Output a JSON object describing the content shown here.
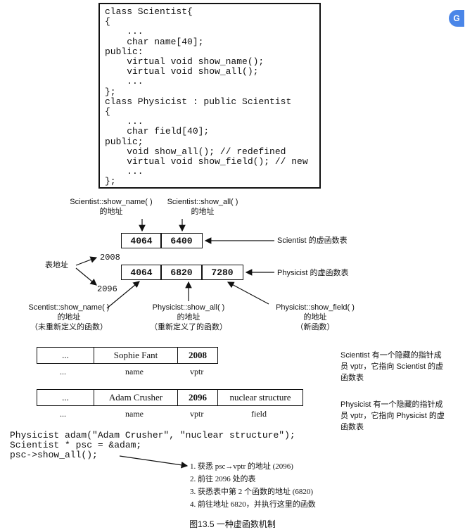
{
  "code_lines": [
    "class Scientist{",
    "{",
    "    ...",
    "    char name[40];",
    "public:",
    "    virtual void show_name();",
    "    virtual void show_all();",
    "    ...",
    "};",
    "class Physicist : public Scientist",
    "{",
    "    ...",
    "    char field[40];",
    "public;",
    "    void show_all(); // redefined",
    "    virtual void show_field(); // new",
    "    ...",
    "};"
  ],
  "top_labels": {
    "show_name_1": "Scientist::show_name( )",
    "show_name_2": "的地址",
    "show_all_1": "Scientist::show_all( )",
    "show_all_2": "的地址"
  },
  "scientist_vtable": {
    "cells": [
      "4064",
      "6400"
    ],
    "label": "Scientist 的虚函数表"
  },
  "physicist_vtable": {
    "cells": [
      "4064",
      "6820",
      "7280"
    ],
    "label": "Physicist 的虚函数表"
  },
  "table_address": {
    "label": "表地址",
    "addr_1": "2008",
    "addr_2": "2096"
  },
  "bottom_labels": {
    "a1": "Scentist::show_name( )",
    "a2": "的地址",
    "a3": "（未重新定义的函数）",
    "b1": "Physicist::show_all( )",
    "b2": "的地址",
    "b3": "（重新定义了的函数）",
    "c1": "Physicist::show_field( )",
    "c2": "的地址",
    "c3": "（新函数）"
  },
  "record_sophie": {
    "cells": [
      "...",
      "Sophie Fant",
      "2008"
    ],
    "labels": [
      "...",
      "name",
      "vptr"
    ],
    "note": [
      "Scientist 有一个隐藏的指针成",
      "员 vptr，它指向 Scientist 的虚",
      "函数表"
    ]
  },
  "record_adam": {
    "cells": [
      "...",
      "Adam Crusher",
      "2096",
      "nuclear structure"
    ],
    "labels": [
      "...",
      "name",
      "vptr",
      "field"
    ],
    "note": [
      "Physicist 有一个隐藏的指针成",
      "员 vptr，它指向 Physicist 的虚",
      "函数表"
    ]
  },
  "bottom_code": [
    "Physicist adam(\"Adam Crusher\", \"nuclear structure\");",
    "Scientist * psc = &adam;",
    "psc->show_all();"
  ],
  "steps": [
    "1. 获悉 psc→vptr 的地址 (2096)",
    "2. 前往 2096 处的表",
    "3. 获悉表中第 2 个函数的地址 (6820)",
    "4. 前往地址 6820，并执行这里的函数"
  ],
  "caption": "图13.5 一种虚函数机制",
  "badge_icon": "app-badge-icon"
}
